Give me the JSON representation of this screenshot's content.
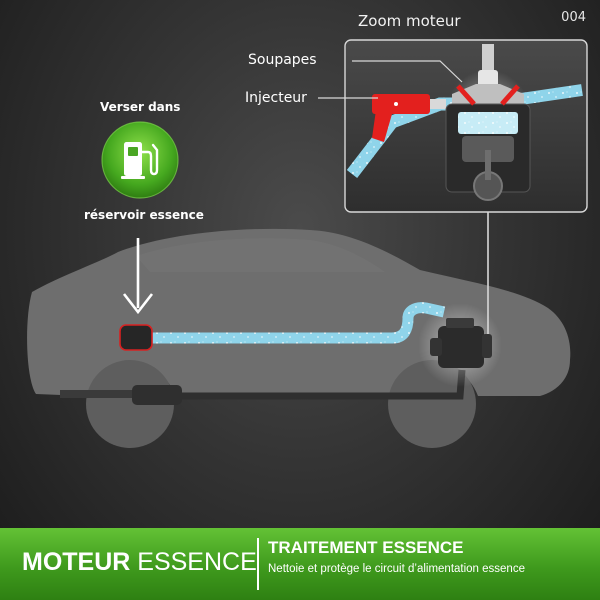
{
  "page_number": "004",
  "zoom": {
    "title": "Zoom moteur"
  },
  "labels": {
    "valves": "Soupapes",
    "injector": "Injecteur"
  },
  "fuel_step": {
    "pour_into": "Verser dans",
    "tank": "réservoir essence",
    "icon": "fuel-pump-icon"
  },
  "footer": {
    "engine_bold": "MOTEUR",
    "engine_regular": "ESSENCE",
    "treatment": "TRAITEMENT ESSENCE",
    "description": "Nettoie et protège le circuit d’alimentation essence"
  },
  "colors": {
    "fuel_line": "#8fd4ea",
    "badge_green": "#4fb82a",
    "footer_green": "#4aa624",
    "injector_red": "#e3201e",
    "car_body": "#6e6e6e"
  }
}
